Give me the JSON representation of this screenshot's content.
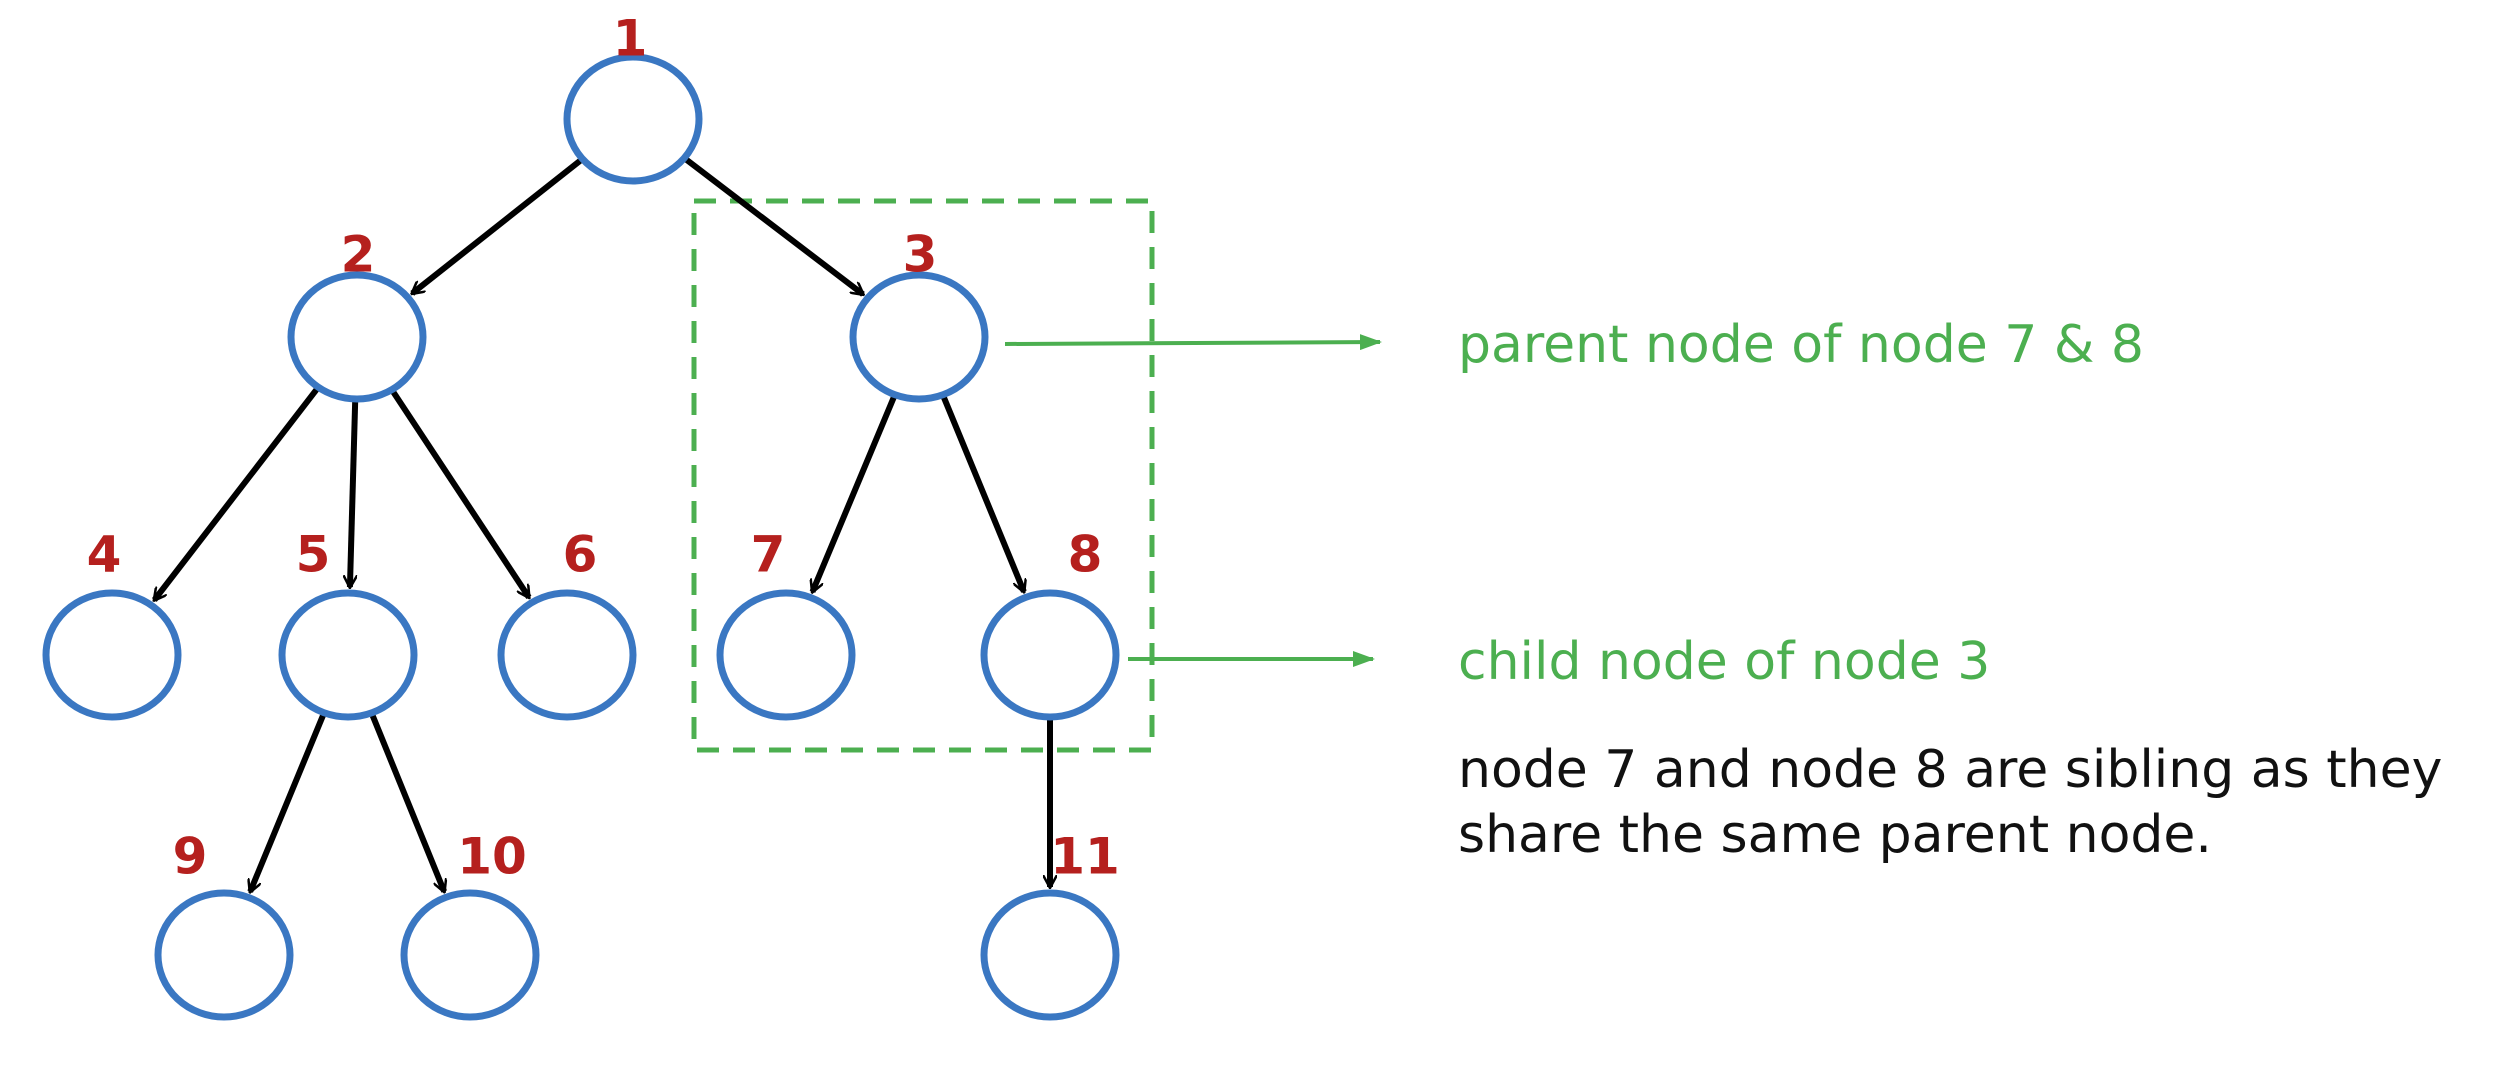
{
  "tree": {
    "nodes": [
      {
        "id": "1",
        "label": "1"
      },
      {
        "id": "2",
        "label": "2"
      },
      {
        "id": "3",
        "label": "3"
      },
      {
        "id": "4",
        "label": "4"
      },
      {
        "id": "5",
        "label": "5"
      },
      {
        "id": "6",
        "label": "6"
      },
      {
        "id": "7",
        "label": "7"
      },
      {
        "id": "8",
        "label": "8"
      },
      {
        "id": "9",
        "label": "9"
      },
      {
        "id": "10",
        "label": "10"
      },
      {
        "id": "11",
        "label": "11"
      }
    ],
    "edges": [
      {
        "from": "1",
        "to": "2"
      },
      {
        "from": "1",
        "to": "3"
      },
      {
        "from": "2",
        "to": "4"
      },
      {
        "from": "2",
        "to": "5"
      },
      {
        "from": "2",
        "to": "6"
      },
      {
        "from": "3",
        "to": "7"
      },
      {
        "from": "3",
        "to": "8"
      },
      {
        "from": "5",
        "to": "9"
      },
      {
        "from": "5",
        "to": "10"
      },
      {
        "from": "8",
        "to": "11"
      }
    ]
  },
  "annotations": {
    "parent_label": "parent node of node 7 & 8",
    "child_label": "child node of node 3",
    "sibling_note_line1": "node 7 and node 8 are sibling as they",
    "sibling_note_line2": "share the same parent node."
  },
  "colors": {
    "node_outline": "#3a77c2",
    "node_label": "#b5201e",
    "edge": "#000000",
    "annotation": "#4caf50"
  }
}
